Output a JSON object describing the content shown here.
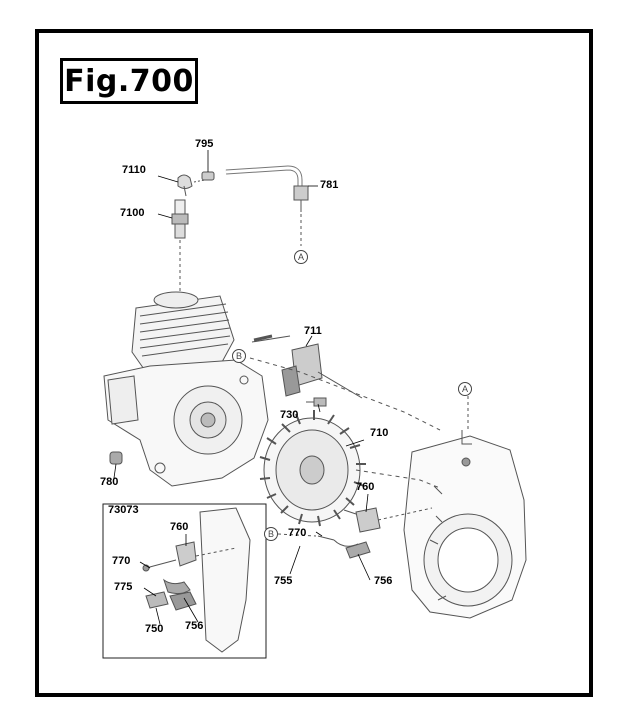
{
  "figure": {
    "title": "Fig.700",
    "kit_label": "73073"
  },
  "callouts": {
    "p795": "795",
    "p7110": "7110",
    "p781": "781",
    "p7100": "7100",
    "p711": "711",
    "p730": "730",
    "p710": "710",
    "p780": "780",
    "p760": "760",
    "p770": "770",
    "p755": "755",
    "p756": "756",
    "k760": "760",
    "k770": "770",
    "k775": "775",
    "k750": "750",
    "k756": "756"
  },
  "refs": {
    "a_top": "A",
    "b_top": "B",
    "a_right": "A",
    "b_lower": "B"
  }
}
